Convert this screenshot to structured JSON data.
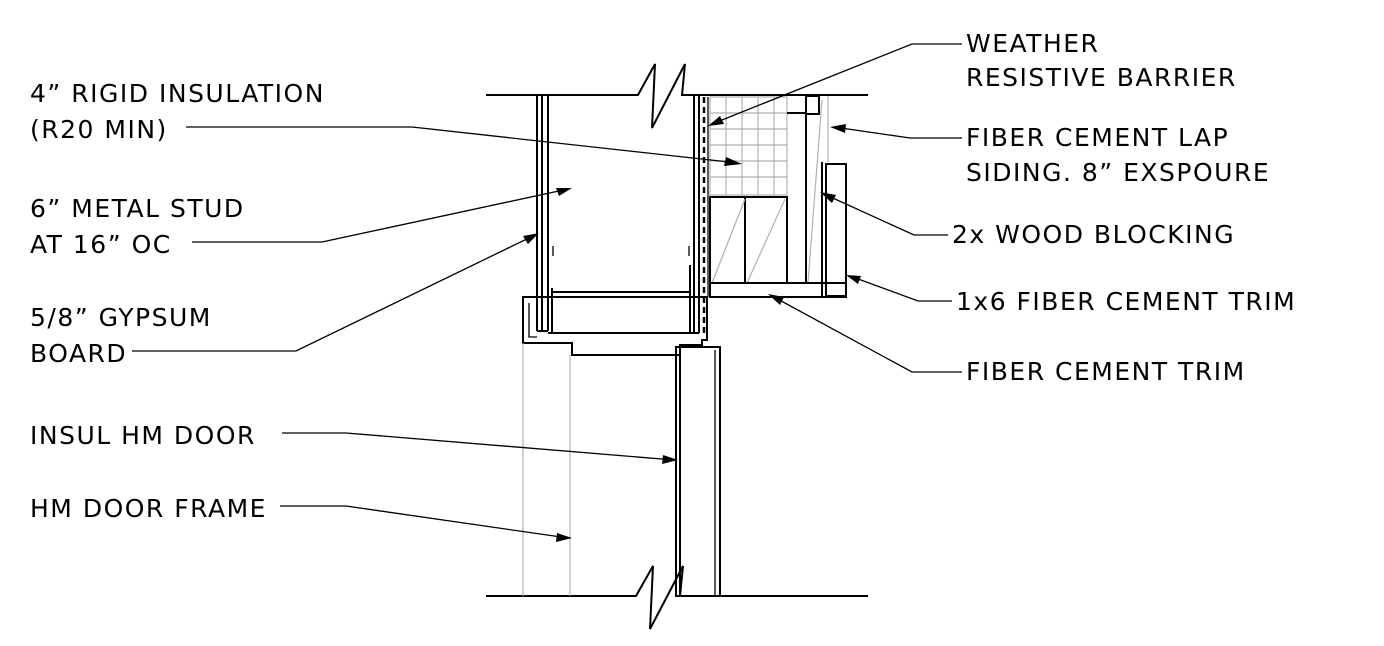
{
  "labels": {
    "rigid_insulation": [
      "4” RIGID INSULATION",
      "(R20 MIN)"
    ],
    "metal_stud": [
      "6” METAL STUD",
      "AT 16” OC"
    ],
    "gypsum_board": [
      "5/8” GYPSUM",
      "BOARD"
    ],
    "insul_hm_door": "INSUL HM DOOR",
    "hm_door_frame": "HM DOOR FRAME",
    "weather_barrier": [
      "WEATHER",
      "RESISTIVE BARRIER"
    ],
    "lap_siding": [
      "FIBER CEMENT LAP",
      "SIDING. 8” EXSPOURE"
    ],
    "wood_blocking": "2x WOOD BLOCKING",
    "trim_1x6": "1x6 FIBER CEMENT TRIM",
    "cement_trim": "FIBER CEMENT TRIM"
  }
}
